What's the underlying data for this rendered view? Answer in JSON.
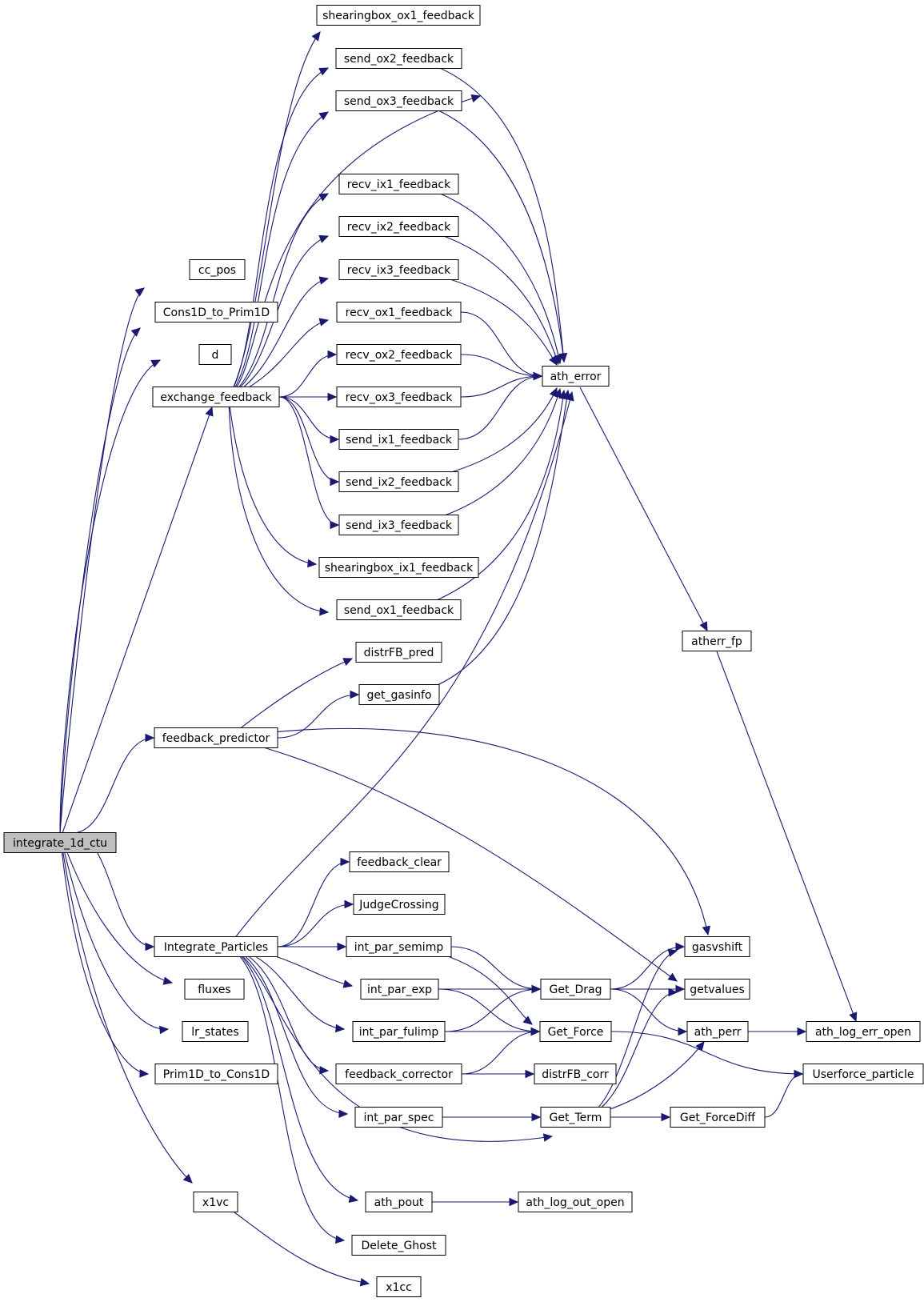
{
  "graph": {
    "nodes": [
      {
        "id": "integrate_1d_ctu",
        "label": "integrate_1d_ctu",
        "root": true
      },
      {
        "id": "cc_pos",
        "label": "cc_pos"
      },
      {
        "id": "Cons1D_to_Prim1D",
        "label": "Cons1D_to_Prim1D"
      },
      {
        "id": "d",
        "label": "d"
      },
      {
        "id": "exchange_feedback",
        "label": "exchange_feedback"
      },
      {
        "id": "feedback_predictor",
        "label": "feedback_predictor"
      },
      {
        "id": "Integrate_Particles",
        "label": "Integrate_Particles"
      },
      {
        "id": "fluxes",
        "label": "fluxes"
      },
      {
        "id": "lr_states",
        "label": "lr_states"
      },
      {
        "id": "Prim1D_to_Cons1D",
        "label": "Prim1D_to_Cons1D"
      },
      {
        "id": "x1vc",
        "label": "x1vc"
      },
      {
        "id": "shearingbox_ox1_feedback",
        "label": "shearingbox_ox1_feedback"
      },
      {
        "id": "send_ox2_feedback",
        "label": "send_ox2_feedback"
      },
      {
        "id": "send_ox3_feedback",
        "label": "send_ox3_feedback"
      },
      {
        "id": "recv_ix1_feedback",
        "label": "recv_ix1_feedback"
      },
      {
        "id": "recv_ix2_feedback",
        "label": "recv_ix2_feedback"
      },
      {
        "id": "recv_ix3_feedback",
        "label": "recv_ix3_feedback"
      },
      {
        "id": "recv_ox1_feedback",
        "label": "recv_ox1_feedback"
      },
      {
        "id": "recv_ox2_feedback",
        "label": "recv_ox2_feedback"
      },
      {
        "id": "recv_ox3_feedback",
        "label": "recv_ox3_feedback"
      },
      {
        "id": "send_ix1_feedback",
        "label": "send_ix1_feedback"
      },
      {
        "id": "send_ix2_feedback",
        "label": "send_ix2_feedback"
      },
      {
        "id": "send_ix3_feedback",
        "label": "send_ix3_feedback"
      },
      {
        "id": "shearingbox_ix1_feedback",
        "label": "shearingbox_ix1_feedback"
      },
      {
        "id": "send_ox1_feedback",
        "label": "send_ox1_feedback"
      },
      {
        "id": "distrFB_pred",
        "label": "distrFB_pred"
      },
      {
        "id": "get_gasinfo",
        "label": "get_gasinfo"
      },
      {
        "id": "feedback_clear",
        "label": "feedback_clear"
      },
      {
        "id": "JudgeCrossing",
        "label": "JudgeCrossing"
      },
      {
        "id": "int_par_semimp",
        "label": "int_par_semimp"
      },
      {
        "id": "int_par_exp",
        "label": "int_par_exp"
      },
      {
        "id": "int_par_fulimp",
        "label": "int_par_fulimp"
      },
      {
        "id": "feedback_corrector",
        "label": "feedback_corrector"
      },
      {
        "id": "int_par_spec",
        "label": "int_par_spec"
      },
      {
        "id": "ath_pout",
        "label": "ath_pout"
      },
      {
        "id": "Delete_Ghost",
        "label": "Delete_Ghost"
      },
      {
        "id": "x1cc",
        "label": "x1cc"
      },
      {
        "id": "ath_error",
        "label": "ath_error"
      },
      {
        "id": "Get_Drag",
        "label": "Get_Drag"
      },
      {
        "id": "Get_Force",
        "label": "Get_Force"
      },
      {
        "id": "distrFB_corr",
        "label": "distrFB_corr"
      },
      {
        "id": "Get_Term",
        "label": "Get_Term"
      },
      {
        "id": "ath_log_out_open",
        "label": "ath_log_out_open"
      },
      {
        "id": "atherr_fp",
        "label": "atherr_fp"
      },
      {
        "id": "gasvshift",
        "label": "gasvshift"
      },
      {
        "id": "getvalues",
        "label": "getvalues"
      },
      {
        "id": "ath_perr",
        "label": "ath_perr"
      },
      {
        "id": "Get_ForceDiff",
        "label": "Get_ForceDiff"
      },
      {
        "id": "ath_log_err_open",
        "label": "ath_log_err_open"
      },
      {
        "id": "Userforce_particle",
        "label": "Userforce_particle"
      }
    ],
    "edges": [
      [
        "integrate_1d_ctu",
        "cc_pos"
      ],
      [
        "integrate_1d_ctu",
        "Cons1D_to_Prim1D"
      ],
      [
        "integrate_1d_ctu",
        "d"
      ],
      [
        "integrate_1d_ctu",
        "exchange_feedback"
      ],
      [
        "integrate_1d_ctu",
        "feedback_predictor"
      ],
      [
        "integrate_1d_ctu",
        "Integrate_Particles"
      ],
      [
        "integrate_1d_ctu",
        "fluxes"
      ],
      [
        "integrate_1d_ctu",
        "lr_states"
      ],
      [
        "integrate_1d_ctu",
        "Prim1D_to_Cons1D"
      ],
      [
        "integrate_1d_ctu",
        "x1vc"
      ],
      [
        "exchange_feedback",
        "shearingbox_ox1_feedback"
      ],
      [
        "exchange_feedback",
        "send_ox2_feedback"
      ],
      [
        "exchange_feedback",
        "send_ox3_feedback"
      ],
      [
        "exchange_feedback",
        "ath_error"
      ],
      [
        "exchange_feedback",
        "recv_ix1_feedback"
      ],
      [
        "exchange_feedback",
        "recv_ix2_feedback"
      ],
      [
        "exchange_feedback",
        "recv_ix3_feedback"
      ],
      [
        "exchange_feedback",
        "recv_ox1_feedback"
      ],
      [
        "exchange_feedback",
        "recv_ox2_feedback"
      ],
      [
        "exchange_feedback",
        "recv_ox3_feedback"
      ],
      [
        "exchange_feedback",
        "send_ix1_feedback"
      ],
      [
        "exchange_feedback",
        "send_ix2_feedback"
      ],
      [
        "exchange_feedback",
        "send_ix3_feedback"
      ],
      [
        "exchange_feedback",
        "shearingbox_ix1_feedback"
      ],
      [
        "exchange_feedback",
        "send_ox1_feedback"
      ],
      [
        "send_ox2_feedback",
        "ath_error"
      ],
      [
        "send_ox3_feedback",
        "ath_error"
      ],
      [
        "recv_ix1_feedback",
        "ath_error"
      ],
      [
        "recv_ix2_feedback",
        "ath_error"
      ],
      [
        "recv_ix3_feedback",
        "ath_error"
      ],
      [
        "recv_ox1_feedback",
        "ath_error"
      ],
      [
        "recv_ox2_feedback",
        "ath_error"
      ],
      [
        "recv_ox3_feedback",
        "ath_error"
      ],
      [
        "send_ix1_feedback",
        "ath_error"
      ],
      [
        "send_ix2_feedback",
        "ath_error"
      ],
      [
        "send_ix3_feedback",
        "ath_error"
      ],
      [
        "send_ox1_feedback",
        "ath_error"
      ],
      [
        "feedback_predictor",
        "distrFB_pred"
      ],
      [
        "feedback_predictor",
        "get_gasinfo"
      ],
      [
        "feedback_predictor",
        "gasvshift"
      ],
      [
        "feedback_predictor",
        "getvalues"
      ],
      [
        "get_gasinfo",
        "ath_error"
      ],
      [
        "Integrate_Particles",
        "ath_error"
      ],
      [
        "Integrate_Particles",
        "feedback_clear"
      ],
      [
        "Integrate_Particles",
        "JudgeCrossing"
      ],
      [
        "Integrate_Particles",
        "int_par_semimp"
      ],
      [
        "Integrate_Particles",
        "int_par_exp"
      ],
      [
        "Integrate_Particles",
        "int_par_fulimp"
      ],
      [
        "Integrate_Particles",
        "feedback_corrector"
      ],
      [
        "Integrate_Particles",
        "int_par_spec"
      ],
      [
        "Integrate_Particles",
        "Get_Term"
      ],
      [
        "Integrate_Particles",
        "ath_pout"
      ],
      [
        "Integrate_Particles",
        "Delete_Ghost"
      ],
      [
        "int_par_semimp",
        "Get_Drag"
      ],
      [
        "int_par_semimp",
        "Get_Force"
      ],
      [
        "int_par_exp",
        "Get_Drag"
      ],
      [
        "int_par_exp",
        "Get_Force"
      ],
      [
        "int_par_fulimp",
        "Get_Drag"
      ],
      [
        "int_par_fulimp",
        "Get_Force"
      ],
      [
        "feedback_corrector",
        "Get_Force"
      ],
      [
        "feedback_corrector",
        "distrFB_corr"
      ],
      [
        "int_par_spec",
        "Get_Term"
      ],
      [
        "ath_pout",
        "ath_log_out_open"
      ],
      [
        "x1vc",
        "x1cc"
      ],
      [
        "ath_error",
        "atherr_fp"
      ],
      [
        "atherr_fp",
        "ath_log_err_open"
      ],
      [
        "Get_Drag",
        "gasvshift"
      ],
      [
        "Get_Drag",
        "getvalues"
      ],
      [
        "Get_Drag",
        "ath_perr"
      ],
      [
        "Get_Force",
        "Userforce_particle"
      ],
      [
        "Get_Term",
        "gasvshift"
      ],
      [
        "Get_Term",
        "getvalues"
      ],
      [
        "Get_Term",
        "ath_perr"
      ],
      [
        "Get_Term",
        "Get_ForceDiff"
      ],
      [
        "ath_perr",
        "ath_log_err_open"
      ],
      [
        "Get_ForceDiff",
        "Userforce_particle"
      ]
    ]
  }
}
